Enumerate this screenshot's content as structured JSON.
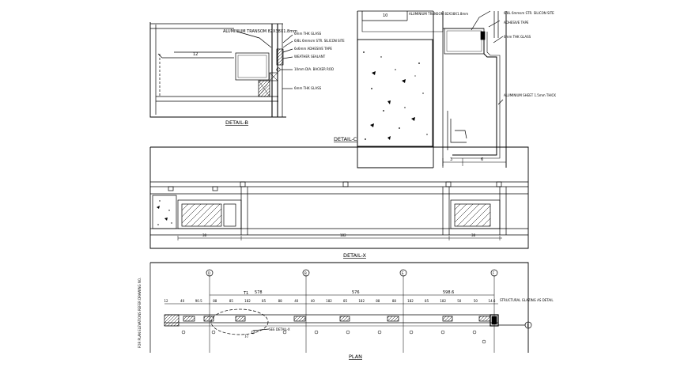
{
  "details": {
    "b": {
      "caption": "DETAIL-B",
      "dim": "12",
      "callouts": [
        "ALUMINIUM TRANSOM 82X38X1.8mm",
        "6mm THK GLASS",
        "6/8L 6mmsm STR. SILICON SITE",
        "6x6mm ADHESIVE TAPE",
        "WEATHER SEALANT",
        "10mm DIA. BACKER ROD",
        "6mm THK GLASS"
      ]
    },
    "c": {
      "caption": "DETAIL-C",
      "dim_top": "10",
      "dim_bottom_left": "3",
      "dim_bottom_right": "6",
      "callouts": [
        "ALUMINIUM TRANSOM 82X38X1.8mm",
        "6/8L 6mmsm STR. SILICON SITE",
        "ADHESIVE TAPE",
        "6mm THK GLASS",
        "ALUMINIUM SHEET 1.5mm THICK"
      ]
    },
    "x": {
      "caption": "DETAIL-X",
      "dims": [
        "38",
        "182",
        "38"
      ]
    }
  },
  "plan": {
    "caption": "PLAN",
    "grid_bubbles": [
      "D",
      "B",
      "E",
      "F"
    ],
    "overall_dims": [
      "T1",
      "578",
      "576",
      "598.6"
    ],
    "segment_dims": [
      "12",
      "40",
      "90.5",
      "88",
      "85",
      "182",
      "85",
      "88",
      "40",
      "40",
      "182",
      "85",
      "182",
      "88",
      "88",
      "182",
      "85",
      "182",
      "50",
      "50",
      "14.6"
    ],
    "callout_structural": "STRUCTURAL GLAZING AS DETAIL",
    "callout_detail": "SEE DETAIL-X",
    "end_bubble": "1",
    "label_j": "J.J",
    "side_note": "FOR PLAN ELEVATIONS REFER DRAWING NO."
  }
}
